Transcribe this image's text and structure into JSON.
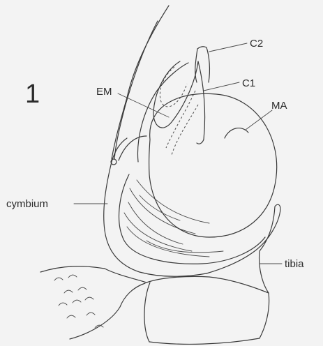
{
  "figure": {
    "number": "1",
    "labels": {
      "c2": "C2",
      "c1": "C1",
      "em": "EM",
      "ma": "MA",
      "cymbium": "cymbium",
      "tibia": "tibia"
    }
  }
}
